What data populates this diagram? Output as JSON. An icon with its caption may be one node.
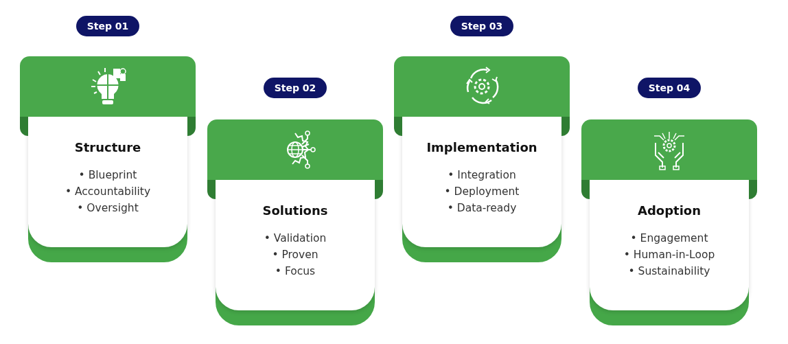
{
  "diagram": {
    "nodes": [
      {
        "text": [
          "Step 01"
        ]
      },
      {
        "text": [
          "Structure",
          "• Blueprint",
          "• Accountability",
          "• Oversight"
        ]
      },
      {
        "text": [
          "Step 02"
        ]
      },
      {
        "text": [
          "Solutions",
          "• Validation",
          "• Proven",
          "• Focus"
        ]
      },
      {
        "text": [
          "Step 03"
        ]
      },
      {
        "text": [
          "Implementation",
          "• Integration",
          "• Deployment",
          "• Data-ready"
        ]
      },
      {
        "text": [
          "Step 04"
        ]
      },
      {
        "text": [
          "Adoption",
          "• Engagement",
          "• Human-in-Loop",
          "• Sustainability"
        ]
      }
    ],
    "edges": []
  }
}
